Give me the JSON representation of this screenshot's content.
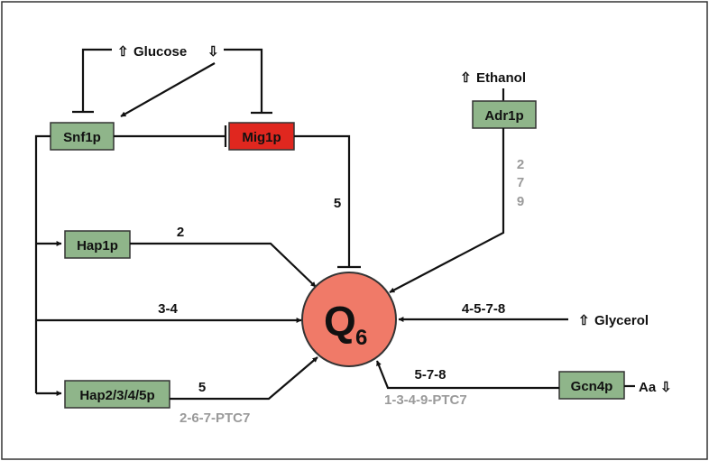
{
  "colors": {
    "node_fill": "#8fb58a",
    "mig1p_fill": "#e0271f",
    "q6_fill": "#f07a68",
    "line": "#111111",
    "gray_label": "#9a9a9a"
  },
  "nodes": {
    "snf1p": "Snf1p",
    "mig1p": "Mig1p",
    "adr1p": "Adr1p",
    "hap1p": "Hap1p",
    "hap2345p": "Hap2/3/4/5p",
    "gcn4p": "Gcn4p",
    "q6_main": "Q",
    "q6_sub": "6"
  },
  "signals": {
    "glucose": "Glucose",
    "ethanol": "Ethanol",
    "glycerol": "Glycerol",
    "aa": "Aa",
    "up_arrow": "⇧",
    "down_arrow": "⇩"
  },
  "edge_labels": {
    "mig1p_q6": "5",
    "hap1p_q6": "2",
    "snf1p_q6": "3-4",
    "glycerol_q6": "4-5-7-8",
    "hap2345p_q6": "5",
    "hap2345p_q6_gray": "2-6-7-PTC7",
    "gcn4p_q6": "5-7-8",
    "gcn4p_q6_gray": "1-3-4-9-PTC7",
    "adr1p_gray_1": "2",
    "adr1p_gray_2": "7",
    "adr1p_gray_3": "9"
  }
}
